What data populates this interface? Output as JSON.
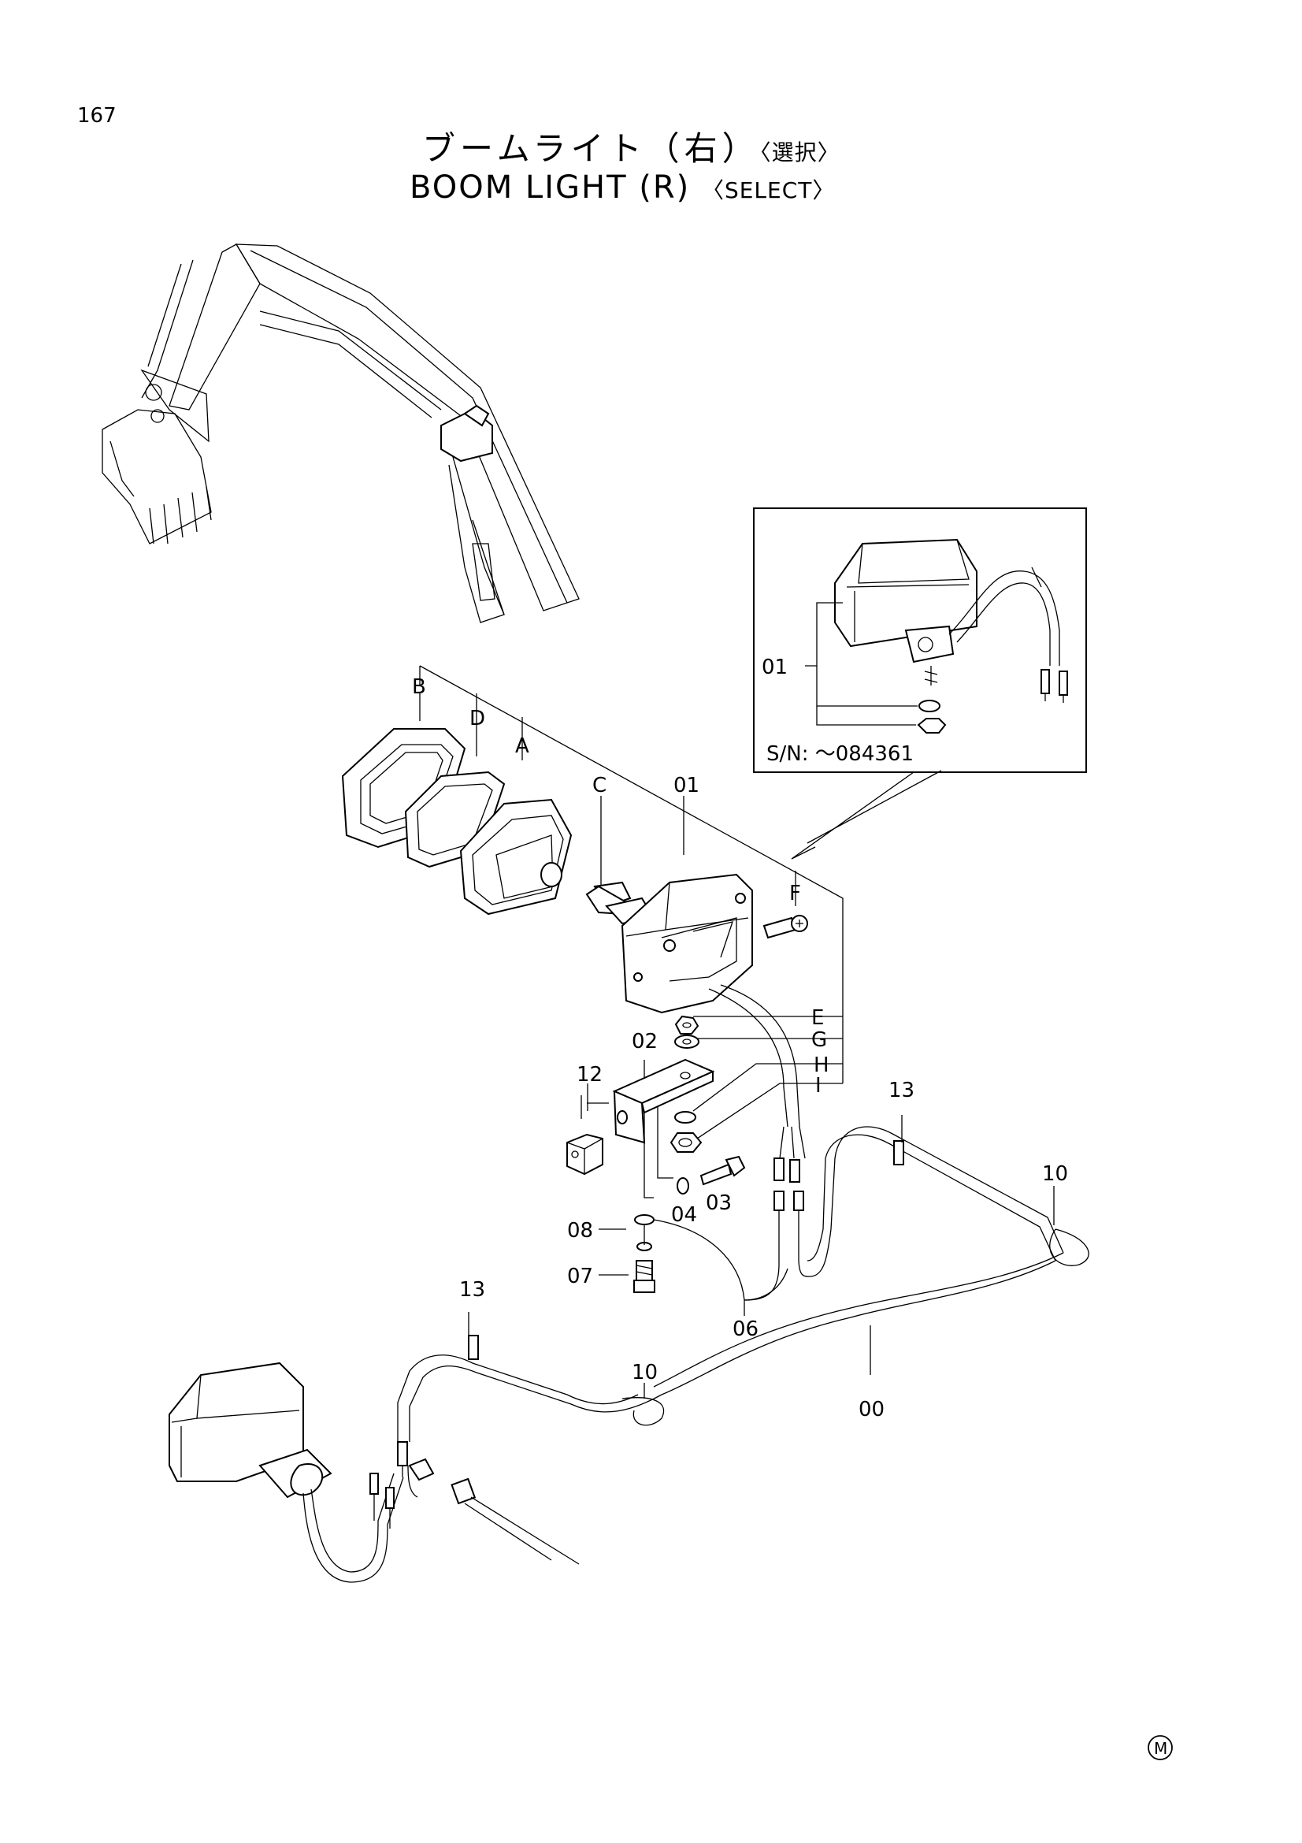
{
  "page": {
    "number": "167",
    "title_jp": "ブームライト（右）",
    "title_jp_suffix": "〈選択〉",
    "title_en": "BOOM LIGHT (R)",
    "title_en_suffix": "〈SELECT〉"
  },
  "callouts": {
    "A": "A",
    "B": "B",
    "C": "C",
    "D": "D",
    "E": "E",
    "F": "F",
    "G": "G",
    "H": "H",
    "I": "I",
    "p00": "00",
    "p01": "01",
    "p02": "02",
    "p03": "03",
    "p04": "04",
    "p06": "06",
    "p07": "07",
    "p08": "08",
    "p10a": "10",
    "p10b": "10",
    "p12": "12",
    "p13a": "13",
    "p13b": "13",
    "inset_p01": "01"
  },
  "inset": {
    "serial": "S/N: ～084361"
  },
  "mark": "M"
}
